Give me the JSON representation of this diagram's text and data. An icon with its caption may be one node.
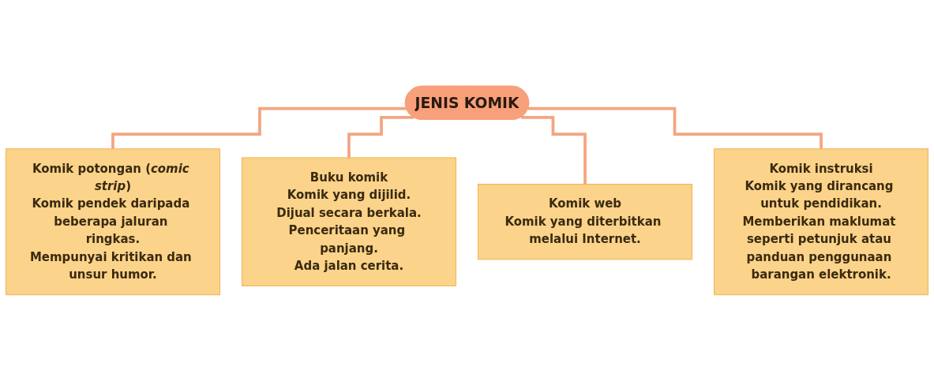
{
  "diagram": {
    "nodes": [
      {
        "text": [
          "JENIS KOMIK"
        ]
      },
      {
        "text": [
          "Komik potongan (*comic strip*)",
          "Komik pendek daripada beberapa jaluran ringkas.",
          "Mempunyai kritikan dan unsur humor."
        ]
      },
      {
        "text": [
          "Buku komik",
          "Komik yang dijilid.",
          "Dijual secara berkala.",
          "Penceritaan yang panjang.",
          "Ada jalan cerita."
        ]
      },
      {
        "text": [
          "Komik web",
          "Komik yang diterbitkan melalui Internet."
        ]
      },
      {
        "text": [
          "Komik instruksi",
          "Komik yang dirancang untuk pendidikan.",
          "Memberikan maklumat seperti petunjuk atau panduan penggunaan barangan elektronik."
        ]
      }
    ],
    "edges": [
      {
        "from": 0,
        "to": 1,
        "arrow": "none"
      },
      {
        "from": 0,
        "to": 2,
        "arrow": "none"
      },
      {
        "from": 0,
        "to": 3,
        "arrow": "none"
      },
      {
        "from": 0,
        "to": 4,
        "arrow": "none"
      }
    ]
  }
}
